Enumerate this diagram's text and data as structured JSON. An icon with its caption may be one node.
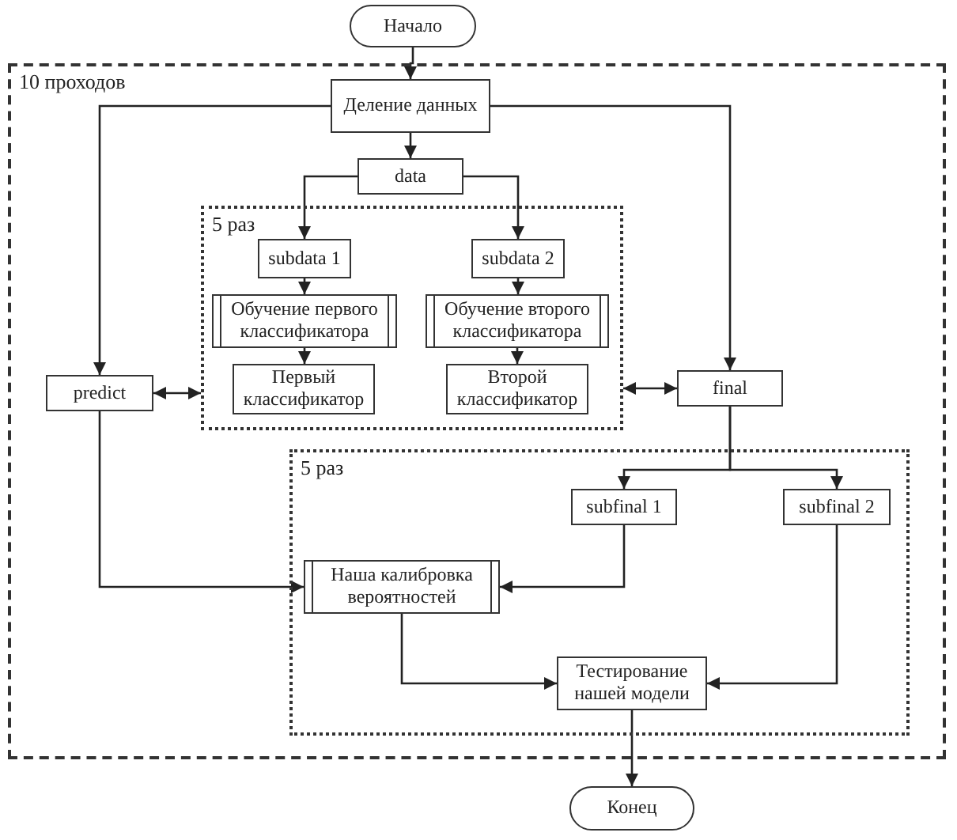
{
  "diagram": {
    "nodes": [
      {
        "text": [
          "Начало"
        ]
      },
      {
        "text": [
          "10 проходов"
        ]
      },
      {
        "text": [
          "Деление данных"
        ],
        "in": 1
      },
      {
        "text": [
          "data"
        ],
        "in": 1
      },
      {
        "text": [
          "predict"
        ],
        "in": 1
      },
      {
        "text": [
          "5 раз"
        ],
        "in": 1
      },
      {
        "text": [
          "subdata 1"
        ],
        "in": 5
      },
      {
        "text": [
          "subdata 2"
        ],
        "in": 5
      },
      {
        "text": [
          "Обучение первого классификатора"
        ],
        "in": 5
      },
      {
        "text": [
          "Обучение второго классификатора"
        ],
        "in": 5
      },
      {
        "text": [
          "Первый классификатор"
        ],
        "in": 5
      },
      {
        "text": [
          "Второй классификатор"
        ],
        "in": 5
      },
      {
        "text": [
          "final"
        ],
        "in": 1
      },
      {
        "text": [
          "5 раз"
        ],
        "in": 1
      },
      {
        "text": [
          "subfinal 1"
        ],
        "in": 13
      },
      {
        "text": [
          "subfinal 2"
        ],
        "in": 13
      },
      {
        "text": [
          "Наша калибровка вероятностей"
        ],
        "in": 13
      },
      {
        "text": [
          "Тестирование нашей модели"
        ],
        "in": 13
      },
      {
        "text": [
          "Конец"
        ]
      }
    ],
    "edges": [
      {
        "from": 0,
        "to": 2,
        "arrow": "to"
      },
      {
        "from": 2,
        "to": 3,
        "arrow": "to"
      },
      {
        "from": 3,
        "to": 6,
        "arrow": "to"
      },
      {
        "from": 3,
        "to": 7,
        "arrow": "to"
      },
      {
        "from": 6,
        "to": 8,
        "arrow": "to"
      },
      {
        "from": 7,
        "to": 9,
        "arrow": "to"
      },
      {
        "from": 8,
        "to": 10,
        "arrow": "to"
      },
      {
        "from": 9,
        "to": 11,
        "arrow": "to"
      },
      {
        "from": 2,
        "to": 4,
        "arrow": "to"
      },
      {
        "from": 2,
        "to": 12,
        "arrow": "to"
      },
      {
        "from": 4,
        "to": 5,
        "arrow": "both"
      },
      {
        "from": 5,
        "to": 12,
        "arrow": "both"
      },
      {
        "from": 12,
        "to": 14,
        "arrow": "to"
      },
      {
        "from": 12,
        "to": 15,
        "arrow": "to"
      },
      {
        "from": 4,
        "to": 16,
        "arrow": "to"
      },
      {
        "from": 14,
        "to": 16,
        "arrow": "to"
      },
      {
        "from": 16,
        "to": 17,
        "arrow": "to"
      },
      {
        "from": 15,
        "to": 17,
        "arrow": "to"
      },
      {
        "from": 17,
        "to": 18,
        "arrow": "to"
      }
    ]
  }
}
